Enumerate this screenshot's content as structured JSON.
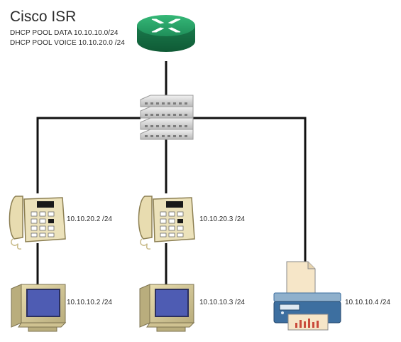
{
  "diagram": {
    "title": "Cisco ISR",
    "pools": {
      "data": "DHCP POOL DATA 10.10.10.0/24",
      "voice": "DHCP POOL VOICE 10.10.20.0 /24"
    },
    "devices": {
      "router": {
        "icon": "router-icon"
      },
      "switch": {
        "icon": "switch-icon"
      },
      "phone1": {
        "icon": "ip-phone-icon",
        "label": "10.10.20.2 /24"
      },
      "phone2": {
        "icon": "ip-phone-icon",
        "label": "10.10.20.3 /24"
      },
      "pc1": {
        "icon": "computer-icon",
        "label": "10.10.10.2 /24"
      },
      "pc2": {
        "icon": "computer-icon",
        "label": "10.10.10.3 /24"
      },
      "printer": {
        "icon": "printer-icon",
        "label": "10.10.10.4 /24"
      }
    },
    "colors": {
      "router": "#1f8f5a",
      "link": "#111111",
      "phone": "#e8dcb0",
      "monitor": "#d7ca9a",
      "screen": "#4e5cb3",
      "printer": "#3d6fa0"
    }
  }
}
